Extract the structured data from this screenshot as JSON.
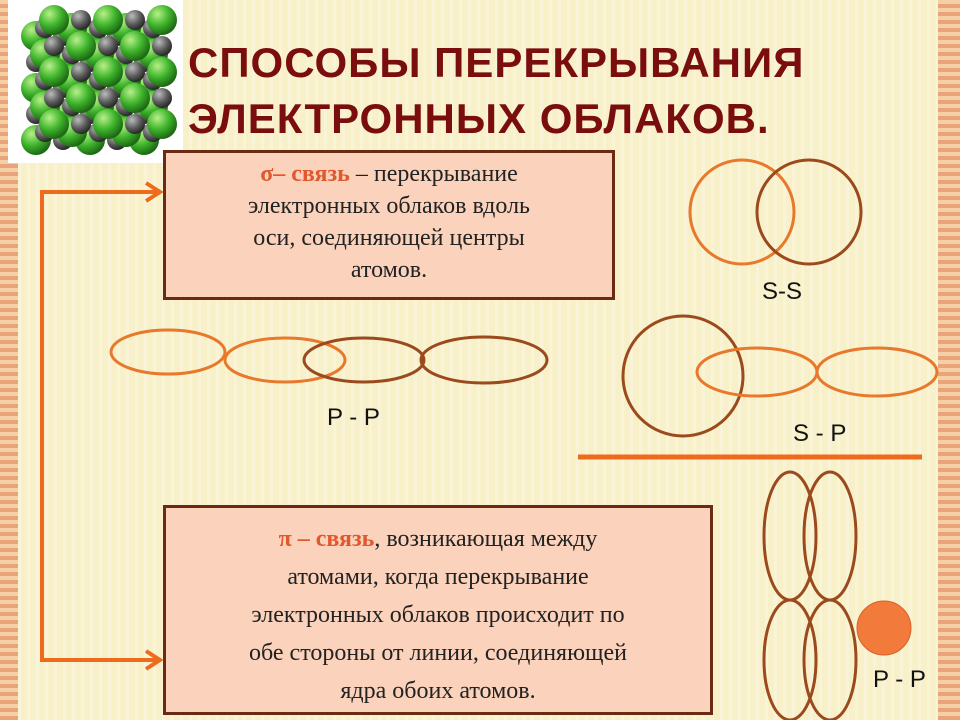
{
  "title": {
    "line1": "СПОСОБЫ ПЕРЕКРЫВАНИЯ",
    "line2": "ЭЛЕКТРОННЫХ ОБЛАКОВ."
  },
  "sigma_box": {
    "term": "σ– связь",
    "line1_rest": " – перекрывание",
    "line2": "электронных облаков вдоль",
    "line3": "оси, соединяющей центры",
    "line4": "атомов."
  },
  "pi_box": {
    "term": "π – связь",
    "line1_rest": ", возникающая  между",
    "line2": "атомами, когда перекрывание",
    "line3": "электронных облаков происходит по",
    "line4": "обе стороны от линии, соединяющей",
    "line5": "ядра обоих атомов."
  },
  "labels": {
    "s_s": "S-S",
    "p_p_sigma": "P - P",
    "s_p": "S - P",
    "p_p_pi": "P - P"
  },
  "colors": {
    "title": "#7a0e0e",
    "term": "#e0582e",
    "orbital_light": "#e8782c",
    "orbital_dark": "#9a4a1c",
    "arrow": "#ee6a1c",
    "box_fill": "#fbd3bc",
    "box_border": "#6b2a12"
  }
}
